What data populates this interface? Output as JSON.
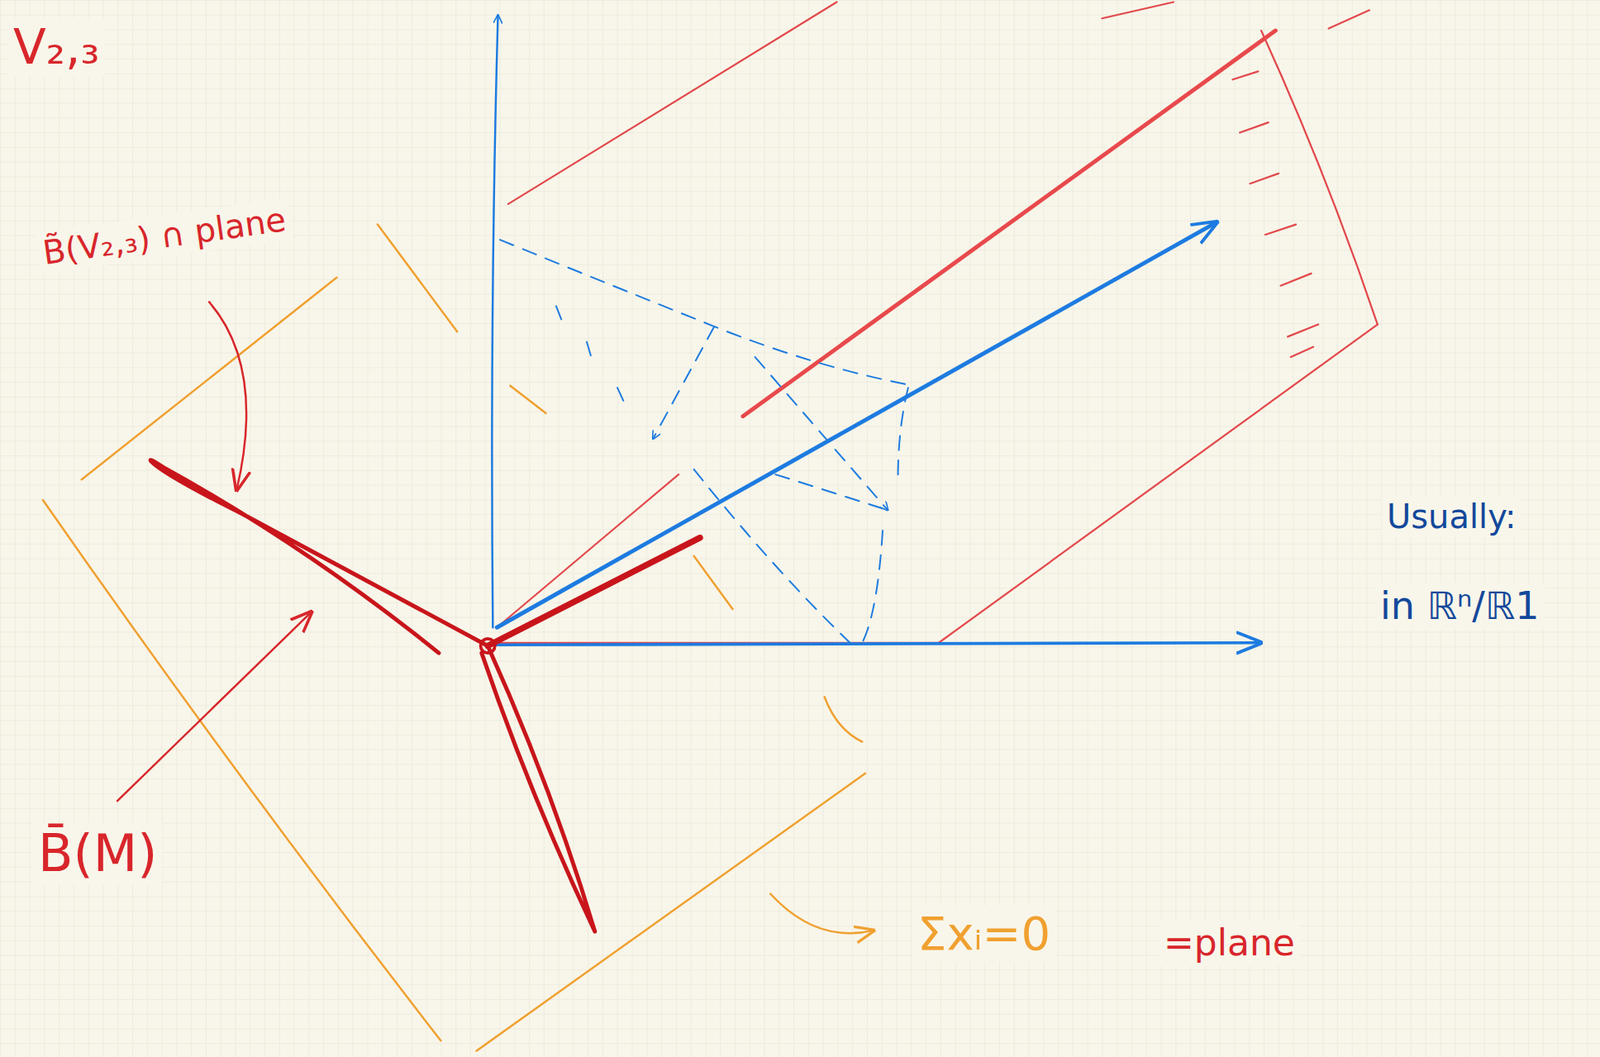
{
  "diagram": {
    "labels": [
      "V₂,₃",
      "B̃(V₂,₃) ∩ plane",
      "B̄(M)",
      "Usually:",
      "in ℝⁿ/ℝ1",
      "Σxᵢ=0",
      "=plane"
    ]
  }
}
